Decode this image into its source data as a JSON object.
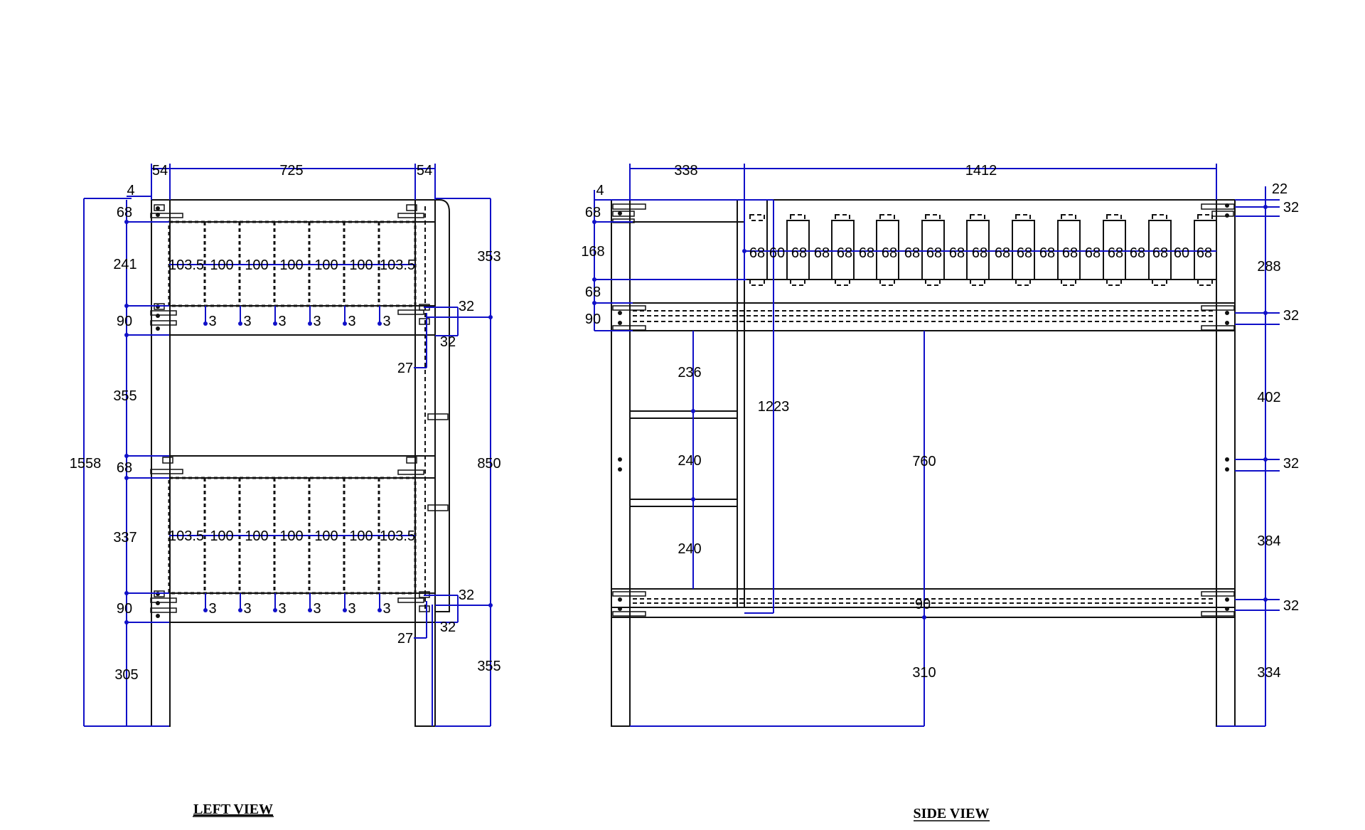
{
  "views": {
    "left": {
      "title": "LEFT VIEW",
      "dims": {
        "top_left_post": "54",
        "top_width": "725",
        "top_right_post": "54",
        "top_offset": "4",
        "overall_height": "1558",
        "upper_rail_top": "68",
        "upper_panel": "241",
        "upper_rail_bottom": "90",
        "gap_middle": "355",
        "lower_rail_top": "68",
        "lower_panel": "337",
        "lower_rail_bottom": "90",
        "leg": "305",
        "right_upper": "353",
        "right_middle": "850",
        "right_lower": "355",
        "hw_upper_a": "32",
        "hw_upper_b": "32",
        "hw_upper_c": "27",
        "hw_lower_a": "32",
        "hw_lower_b": "32",
        "hw_lower_c": "27"
      },
      "slat_spacing": [
        "103.5",
        "100",
        "100",
        "100",
        "100",
        "100",
        "103.5"
      ],
      "slat_gap": [
        "3",
        "3",
        "3",
        "3",
        "3",
        "3"
      ]
    },
    "side": {
      "title": "SIDE VIEW",
      "dims": {
        "ladder_width": "338",
        "main_length": "1412",
        "top_offset": "4",
        "rail_top": "68",
        "guard_height": "168",
        "guard_rail": "68",
        "rail_bottom": "90",
        "step1": "236",
        "step2": "240",
        "step3": "240",
        "ladder_height": "1223",
        "bunk_gap": "760",
        "lower_rail": "90",
        "leg_height": "310",
        "right_22": "22",
        "right_32a": "32",
        "right_288": "288",
        "right_32b": "32",
        "right_402": "402",
        "right_32c": "32",
        "right_384": "384",
        "right_32d": "32",
        "right_334": "334"
      },
      "slat_spacing": [
        "68",
        "60",
        "68",
        "68",
        "68",
        "68",
        "68",
        "68",
        "68",
        "68",
        "68",
        "68",
        "68",
        "68",
        "68",
        "68",
        "68",
        "68",
        "68",
        "60",
        "68"
      ]
    }
  }
}
